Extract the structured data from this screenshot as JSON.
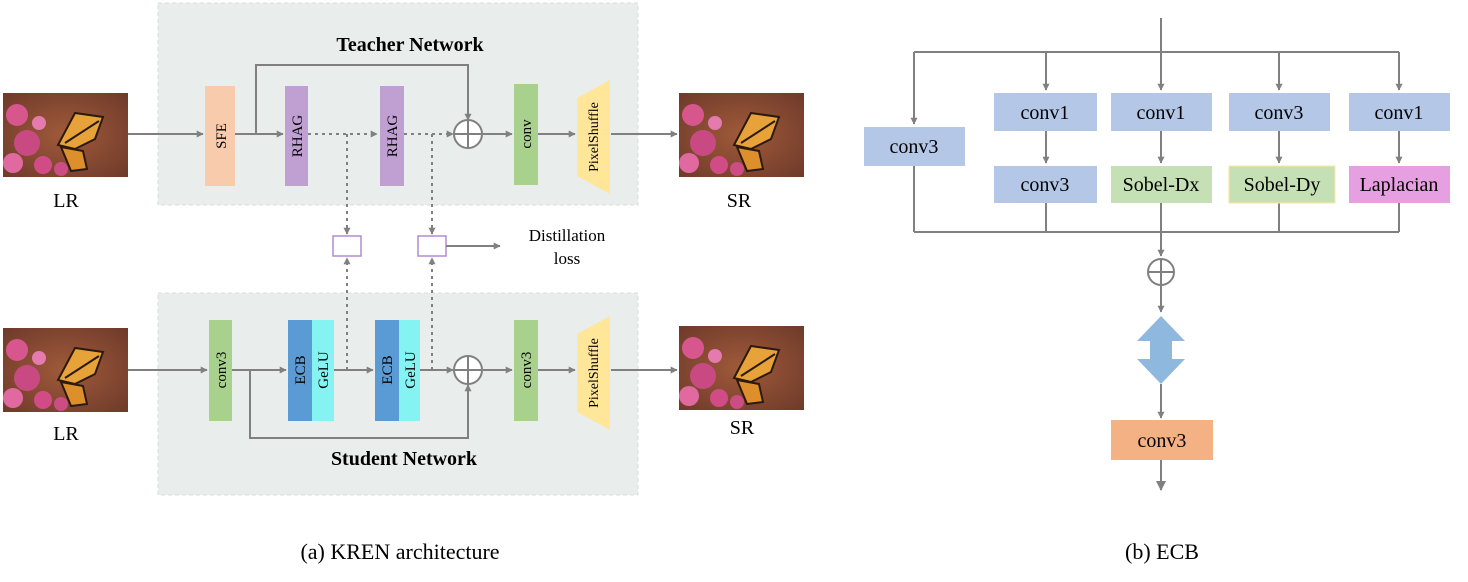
{
  "panel_a": {
    "teacher_title": "Teacher Network",
    "student_title": "Student Network",
    "lr_label": "LR",
    "sr_label": "SR",
    "sfe": "SFE",
    "rhag": "RHAG",
    "conv": "conv",
    "conv3": "conv3",
    "pixelshuffle": "PixelShuffle",
    "ecb": "ECB",
    "gelu": "GeLU",
    "distillation_line1": "Distillation",
    "distillation_line2": "loss",
    "caption": "(a) KREN architecture"
  },
  "panel_b": {
    "conv3_left": "conv3",
    "branch1_top": "conv1",
    "branch1_bottom": "conv3",
    "branch2_top": "conv1",
    "branch2_bottom": "Sobel-Dx",
    "branch3_top": "conv3",
    "branch3_bottom": "Sobel-Dy",
    "branch4_top": "conv1",
    "branch4_bottom": "Laplacian",
    "final_conv": "conv3",
    "caption": "(b) ECB"
  },
  "colors": {
    "panel_bg": "#e9eeec",
    "sfe": "#f8cbad",
    "rhag": "#c0a0d3",
    "green_block": "#a9d18e",
    "pixelshuffle": "#ffe699",
    "ecb": "#5b9bd5",
    "gelu": "#86f3f3",
    "blue_block": "#b4c7e7",
    "sobel": "#c5e0b4",
    "laplacian": "#e69fe0",
    "final_conv": "#f4b183",
    "arrow": "#808080",
    "double_arrow": "#8fb8de"
  }
}
